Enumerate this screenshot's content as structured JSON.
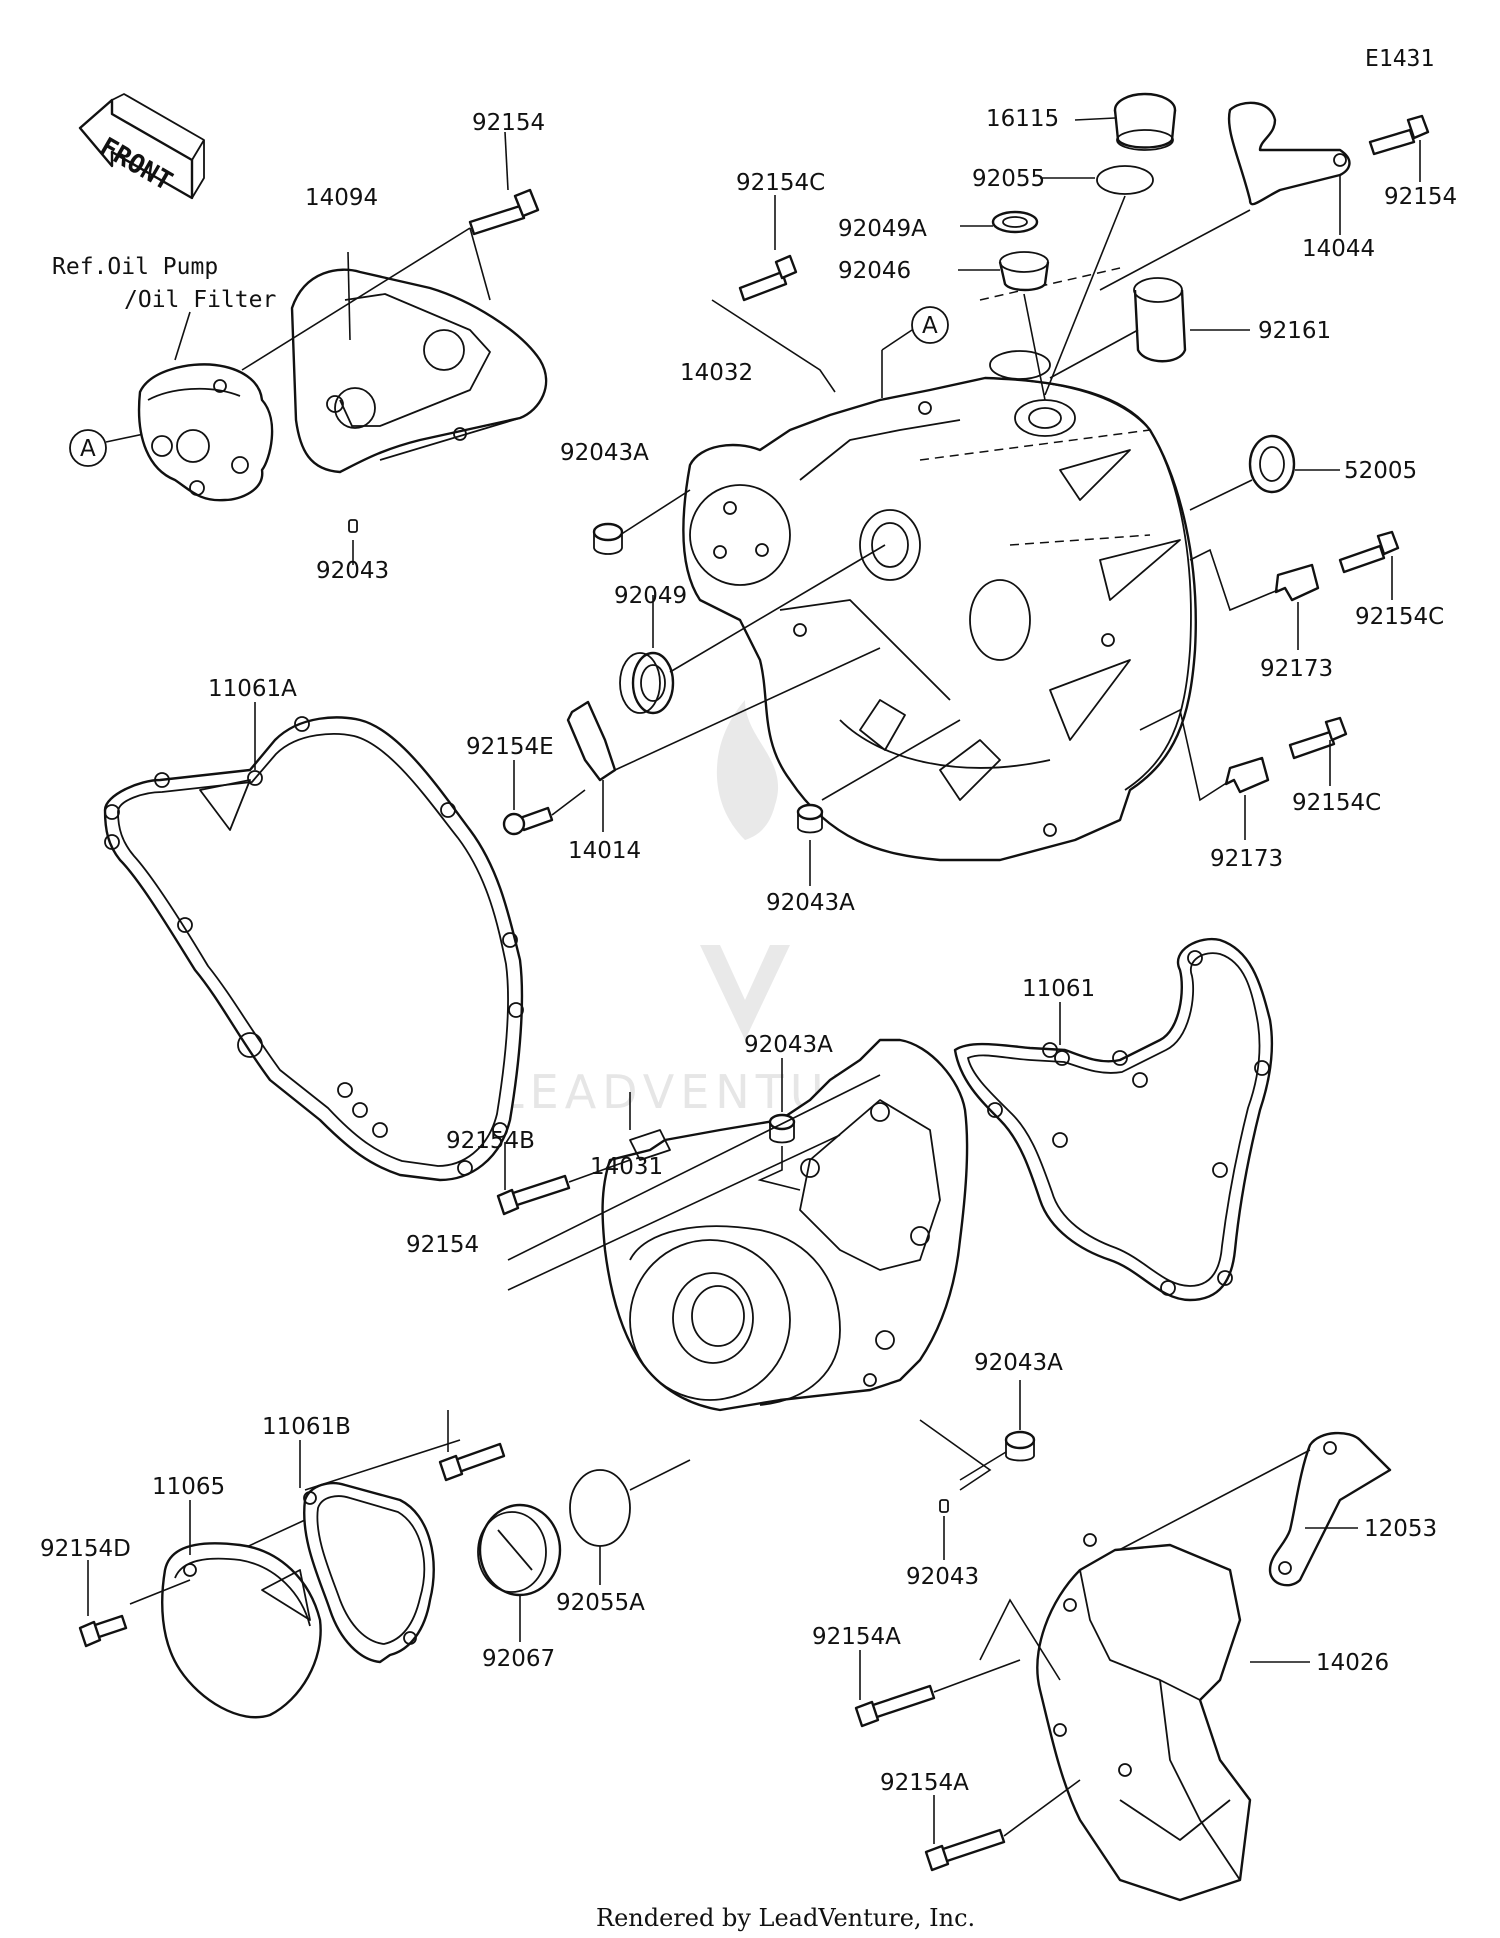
{
  "diagram_code": "E1431",
  "front_label": "FRONT",
  "ref_note": {
    "line1": "Ref.Oil Pump",
    "line2": "/Oil Filter"
  },
  "ref_markers": [
    "A",
    "A"
  ],
  "watermark": "LEADVENTURE",
  "footer": "Rendered by LeadVenture, Inc.",
  "parts": [
    {
      "number": "92154"
    },
    {
      "number": "14094"
    },
    {
      "number": "92043"
    },
    {
      "number": "92154C"
    },
    {
      "number": "14032"
    },
    {
      "number": "92043A"
    },
    {
      "number": "92049"
    },
    {
      "number": "16115"
    },
    {
      "number": "92055"
    },
    {
      "number": "92049A"
    },
    {
      "number": "92046"
    },
    {
      "number": "92161"
    },
    {
      "number": "52005"
    },
    {
      "number": "14044"
    },
    {
      "number": "92154"
    },
    {
      "number": "92154C"
    },
    {
      "number": "92173"
    },
    {
      "number": "92154C"
    },
    {
      "number": "92173"
    },
    {
      "number": "11061A"
    },
    {
      "number": "92154E"
    },
    {
      "number": "14014"
    },
    {
      "number": "92043A"
    },
    {
      "number": "11061"
    },
    {
      "number": "92043A"
    },
    {
      "number": "14031"
    },
    {
      "number": "92154B"
    },
    {
      "number": "92154"
    },
    {
      "number": "92043A"
    },
    {
      "number": "11061B"
    },
    {
      "number": "11065"
    },
    {
      "number": "92154D"
    },
    {
      "number": "92067"
    },
    {
      "number": "92055A"
    },
    {
      "number": "92043"
    },
    {
      "number": "12053"
    },
    {
      "number": "92154A"
    },
    {
      "number": "14026"
    },
    {
      "number": "92154A"
    }
  ]
}
